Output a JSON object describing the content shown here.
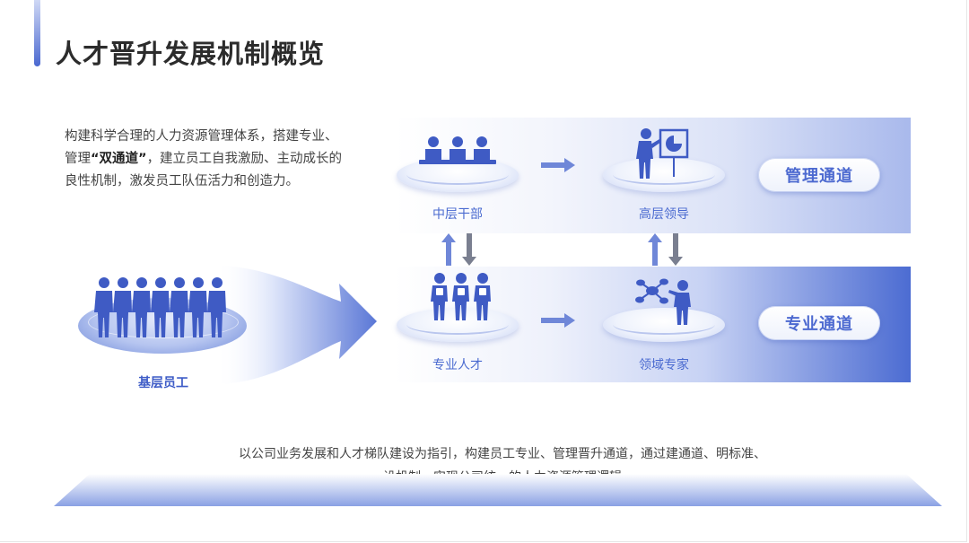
{
  "title": "人才晋升发展机制概览",
  "intro": {
    "before": "构建科学合理的人力资源管理体系，搭建专业、管理",
    "emphasis": "“双通道”",
    "after": "，建立员工自我激励、主动成长的良性机制，激发员工队伍活力和创造力。"
  },
  "channels": {
    "management": "管理通道",
    "professional": "专业通道"
  },
  "nodes": {
    "middle_cadre": "中层干部",
    "senior_leader": "高层领导",
    "professional_talent": "专业人才",
    "domain_expert": "领域专家",
    "base_staff": "基层员工"
  },
  "footer": {
    "line1": "以公司业务发展和人才梯队建设为指引，构建员工专业、管理晋升通道，通过建通道、明标准、",
    "line2": "设机制，实现公司统一的人力资源管理逻辑"
  },
  "colors": {
    "accent": "#4a68d0",
    "icon": "#3f5bc4",
    "arrow": "#6f87d8",
    "text_dark": "#2c2c2c"
  },
  "icons": [
    "group-seated-icon",
    "presenter-chart-icon",
    "business-people-icon",
    "mindmap-presenter-icon",
    "staff-crowd-icon"
  ]
}
